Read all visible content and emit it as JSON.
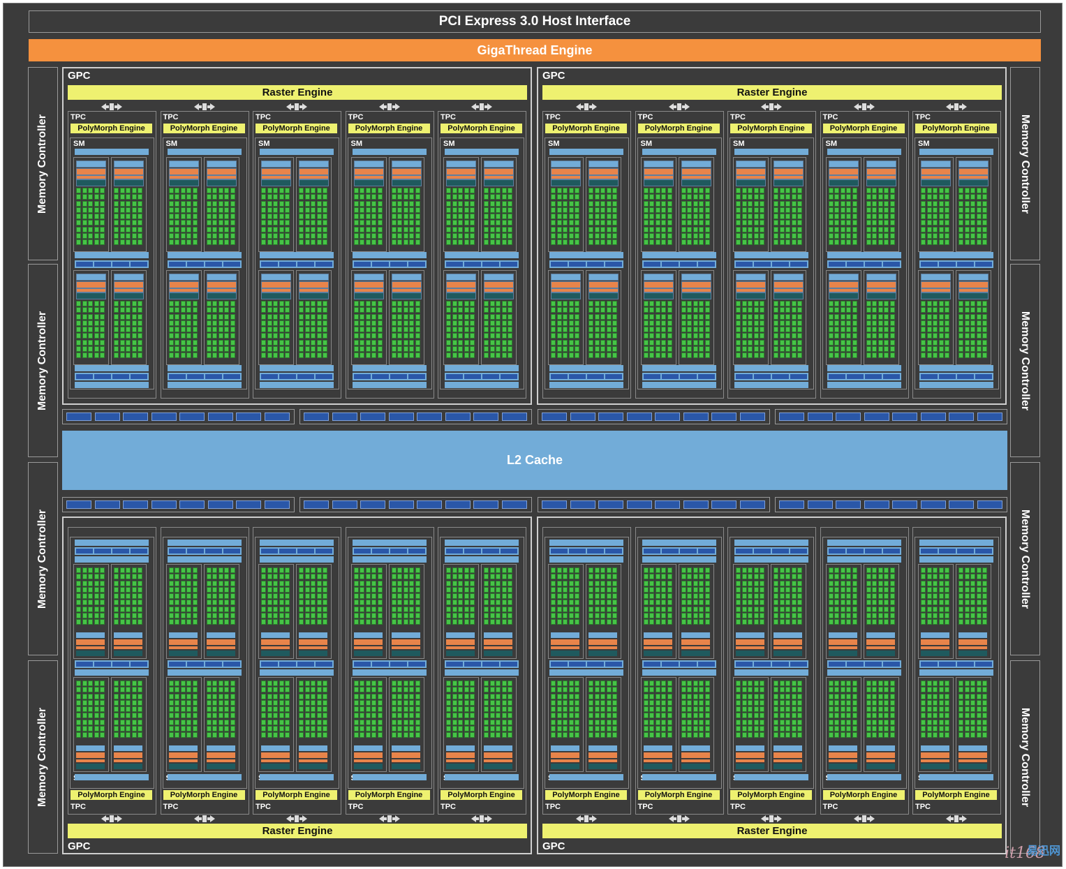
{
  "header": {
    "pci": "PCI Express 3.0 Host Interface",
    "giga": "GigaThread Engine"
  },
  "l2": {
    "label": "L2 Cache"
  },
  "memory_controller": {
    "label": "Memory Controller"
  },
  "gpc": {
    "label": "GPC",
    "raster": "Raster Engine"
  },
  "tpc": {
    "label": "TPC",
    "polymorph": "PolyMorph Engine"
  },
  "sm": {
    "label": "SM"
  },
  "layout": {
    "gpcs": 4,
    "tpcs_per_gpc": 5,
    "mem_controllers_per_side": 4
  },
  "colors": {
    "background": "#3b3b3b",
    "accent_orange": "#f5913e",
    "raster_yellow": "#eef170",
    "l2_blue": "#72acd8",
    "dark_blue": "#2a57a8",
    "core_green": "#46c447",
    "sfu_orange": "#e8844a",
    "teal": "#1f5a5e"
  },
  "watermark": {
    "text": "易迅网"
  }
}
